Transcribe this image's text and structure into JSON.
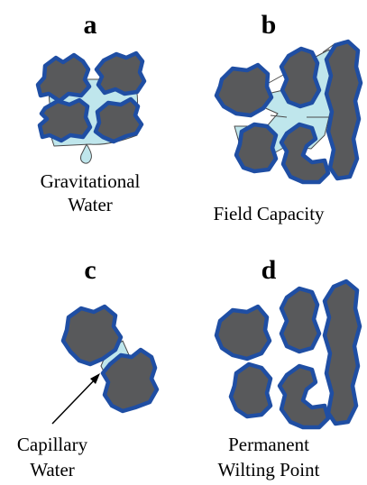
{
  "panels": [
    {
      "letter": "a",
      "caption_lines": [
        "Gravitational",
        "Water"
      ]
    },
    {
      "letter": "b",
      "caption_lines": [
        "Field Capacity"
      ]
    },
    {
      "letter": "c",
      "caption_lines": [
        "Capillary",
        "Water"
      ]
    },
    {
      "letter": "d",
      "caption_lines": [
        "Permanent",
        "Wilting Point"
      ]
    }
  ],
  "colors": {
    "grain_fill": "#58595b",
    "grain_outline": "#1f4ea3",
    "water": "#bfe6ec",
    "text": "#000000"
  }
}
